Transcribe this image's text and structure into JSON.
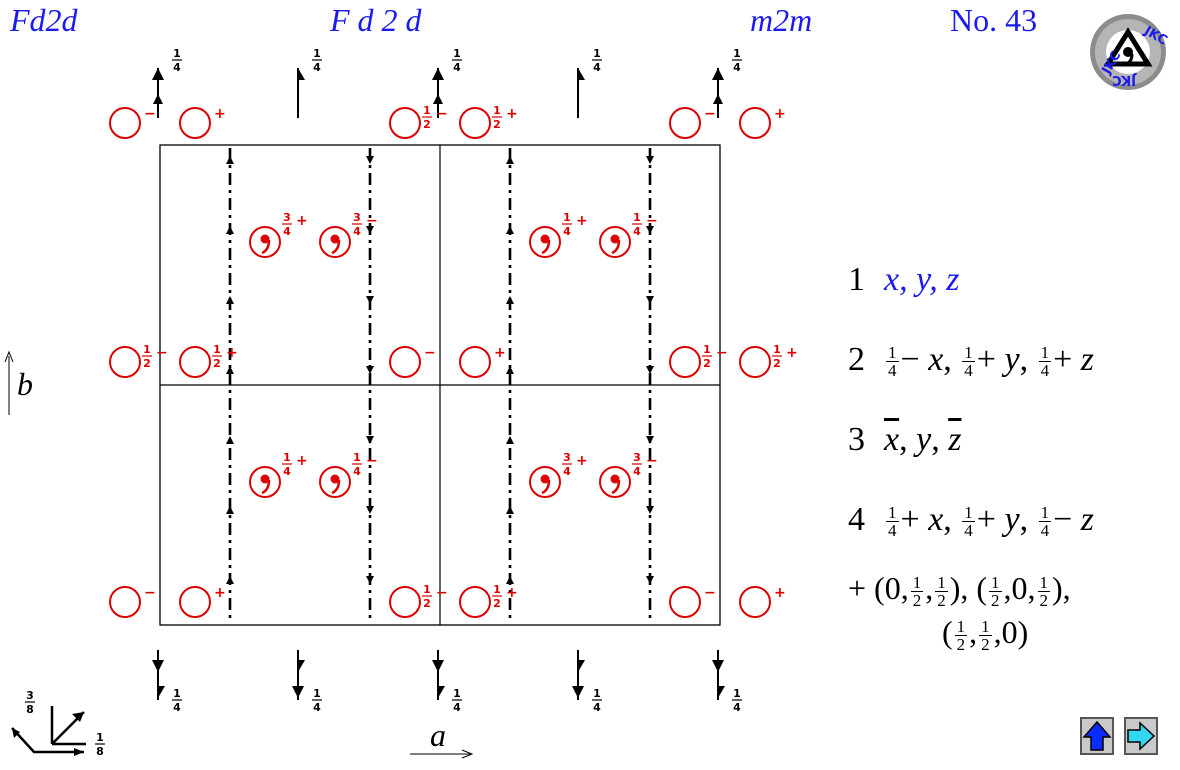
{
  "header": {
    "short_symbol": "Fd2d",
    "full_symbol": "F d 2 d",
    "point_group": "m2m",
    "number": "No. 43"
  },
  "logo": {
    "text": "JKC",
    "icon": "jkc-logo-icon"
  },
  "diagram": {
    "axis_a": "a",
    "axis_b": "b",
    "symbols": {
      "quarter": [
        "1",
        "4"
      ],
      "half": [
        "1",
        "2"
      ],
      "three_quarter": [
        "3",
        "4"
      ],
      "three_eighths": [
        "3",
        "8"
      ],
      "one_eighth": [
        "1",
        "8"
      ],
      "plus": "+",
      "minus": "−"
    }
  },
  "coordinates": [
    {
      "num": "1",
      "text": "x, y, z"
    },
    {
      "num": "2",
      "text": "1/4 − x, 1/4 + y, 1/4 + z"
    },
    {
      "num": "3",
      "text": "x̄, y, z̄"
    },
    {
      "num": "4",
      "text": "1/4 + x, 1/4 + y, 1/4 − z"
    }
  ],
  "translations": {
    "line1": "+ (0,1/2,1/2), (1/2,0,1/2),",
    "line2": "(1/2,1/2,0)"
  },
  "nav": {
    "up_icon": "arrow-up-icon",
    "next_icon": "arrow-right-icon",
    "up_color": "#0a2cff",
    "next_color": "#33d6f0"
  },
  "colors": {
    "title": "#1a1aee",
    "symbol": "#dd0000",
    "line": "#000000"
  }
}
